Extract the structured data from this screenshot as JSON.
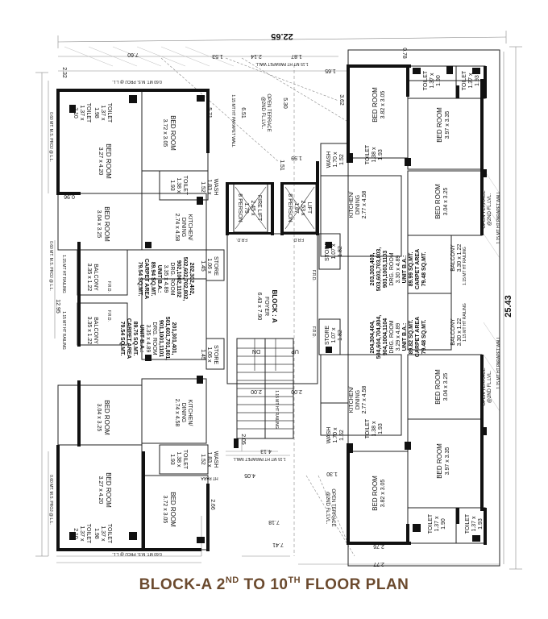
{
  "title": {
    "prefix": "BLOCK-A 2",
    "sup1": "ND",
    "mid": " TO 10",
    "sup2": "TH",
    "suffix": " FLOOR PLAN"
  },
  "dims": {
    "overall_width": "22.65",
    "overall_height": "25.43",
    "top_left": "7.60",
    "d153": "1.53",
    "d214": "2.14",
    "d187": "1.87",
    "d232": "2.32",
    "d165": "1.65",
    "d362": "3.62",
    "d651": "6.51",
    "d530": "5.30",
    "d199": "1.99",
    "d151": "1.51",
    "d200a": "2.00",
    "d200b": "2.00",
    "d205": "2.05",
    "d413": "4.13",
    "d718": "7.18",
    "d741": "7.41",
    "d266": "2.66",
    "d130": "1.30",
    "d277": "2.77",
    "d276": "2.76",
    "d571": "5.71",
    "d078": "0.78",
    "d096": "0.96",
    "d405": "4.05",
    "d1295": "12.95"
  },
  "notes": {
    "parapet": "1.15 MT HT PARAPET WALL",
    "ms_proj": "0.60 MT. M.S. PROJ @ L.L.",
    "railing": "1.15 MT HT RAILING",
    "ht_para": "HT PARA",
    "frd": "F.R.D.",
    "dn": "DN",
    "up": "UP"
  },
  "rooms": {
    "toilet": "TOILET",
    "bedroom": "BED ROOM",
    "wash": "WASH",
    "store": "STORE",
    "kitchen1": "KITCHEN/",
    "kitchen2": "DINING",
    "balcony": "BALCONY",
    "fire_lift": "FIRE LIFT",
    "lift": "LIFT",
    "person8": "8 PERSON",
    "open_terrace": "OPEN TERRACE",
    "at_2nd": "@2ND FL.LVL.",
    "block_a": "BLOCK : A",
    "foyer": "FOYER",
    "foyer_size": "6.43 x 7.90",
    "s_toilet_a": "1.37 x",
    "s_toilet_a2": "2.10",
    "s_toilet_b": "1.37 x",
    "s_toilet_b2": "1.98",
    "s_bed1": "3.27 x 4.20",
    "s_bed2": "3.72 x 3.05",
    "s_bed3": "3.04 x 3.25",
    "s_toilet_c": "1.38 x",
    "s_toilet_c2": "1.93",
    "s_wash": "1.83 x",
    "s_wash2": "1.52",
    "s_kitchen_l": "2.74 x 4.58",
    "s_store_l": "1.06 x",
    "s_store_l2": "1.45",
    "s_balcony_l": "3.35 x 1.22",
    "s_bed_r1": "3.82 x 3.05",
    "s_bed_r2": "3.97 x 3.35",
    "s_bed_r3": "3.04 x 3.25",
    "s_toilet_r1": "1.37 x",
    "s_toilet_r1b": "1.90",
    "s_toilet_r2": "1.37 x",
    "s_toilet_r2b": "1.93",
    "s_toilet_r3": "1.38 x",
    "s_toilet_r3b": "1.93",
    "s_wash_r": "1.70 x",
    "s_wash_r2": "1.52",
    "s_kitchen_r": "2.77 x 4.58",
    "s_store_r": "1.07 x",
    "s_store_r2": "1.82",
    "s_balcony_r": "3.30 x 1.22",
    "s_fire_lift": "2.45 x",
    "s_fire_lift2": "1.79",
    "s_lift": "2.53 x",
    "s_lift2": "1.87"
  },
  "units": {
    "tl": [
      "202,302,402,",
      "502,602,702,802,",
      "902,1002,1102",
      "DRG. ROOM",
      "3.35 x 4.89",
      "UNIT B.A.:",
      "89.94 SQ.MT.",
      "CARPET AREA",
      "79.54 SQ.MT."
    ],
    "bl": [
      "201,301,401,",
      "501,601,701,801,",
      "901,1001,1101",
      "DRG. ROOM",
      "3.35 x 4.89",
      "UNIT B.A.:",
      "89.75 SQ.MT.",
      "CARPET AREA",
      "79.54 SQ.MT."
    ],
    "tr": [
      "203,303,403,",
      "503,603,703,803,",
      "903,1003,1103",
      "DRG. ROOM",
      "3.30 x 4.89",
      "UNIT B.A.:",
      "89.99 SQ.MT.",
      "CARPET AREA",
      "79.48 SQ.MT."
    ],
    "br": [
      "204,304,404,",
      "504,604,704,804,",
      "904,1004,1104",
      "DRG. ROOM",
      "3.29 x 4.89",
      "UNIT B.A.:",
      "89.82 SQ.MT.",
      "CARPET AREA",
      "79.48 SQ.MT."
    ]
  }
}
